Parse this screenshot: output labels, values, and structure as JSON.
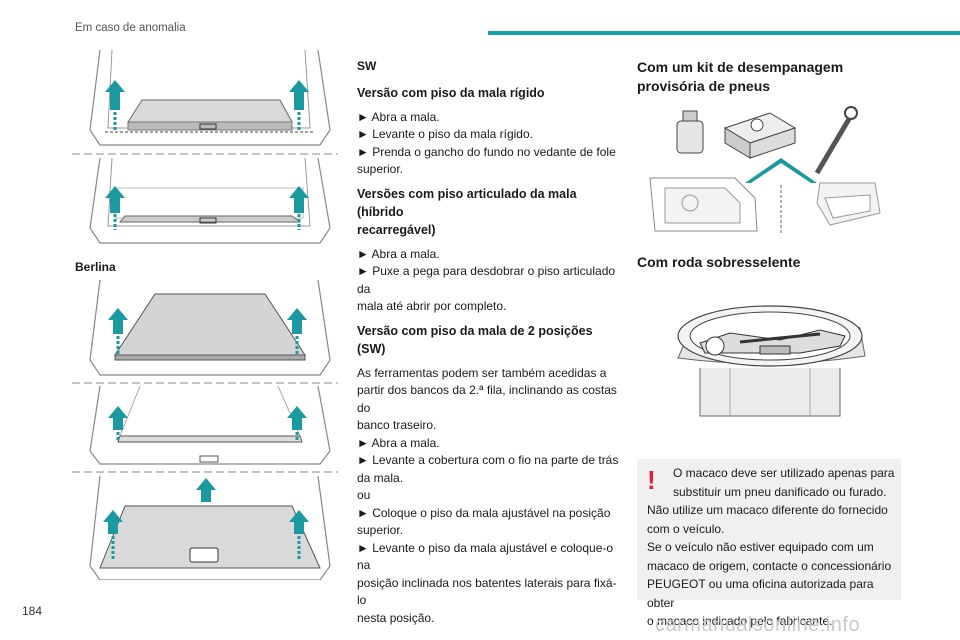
{
  "header": {
    "section": "Em caso de anomalia",
    "accent_color": "#1aa0a8"
  },
  "page": {
    "number": "184",
    "watermark": "carmanualsonline.info"
  },
  "left": {
    "caption": "Berlina",
    "figures": [
      "sw-trunk-rigid-floor",
      "sw-trunk-articulated-floor",
      "berlina-trunk-1",
      "berlina-trunk-2",
      "berlina-trunk-3"
    ]
  },
  "middle": {
    "tag": "SW",
    "s1": {
      "title": "Versão com piso da mala rígido",
      "lines": [
        "► Abra a mala.",
        "► Levante o piso da mala rígido.",
        "► Prenda o gancho do fundo no vedante de fole",
        "superior."
      ]
    },
    "s2": {
      "title_1": "Versões com piso articulado da mala (híbrido",
      "title_2": "recarregável)",
      "lines": [
        "► Abra a mala.",
        "► Puxe a pega para desdobrar o piso articulado da",
        "mala até abrir por completo."
      ]
    },
    "s3": {
      "title": "Versão com piso da mala de 2 posições (SW)",
      "lines": [
        "As ferramentas podem ser também acedidas a",
        "partir dos bancos da 2.ª fila, inclinando as costas do",
        "banco traseiro.",
        "► Abra a mala.",
        "► Levante a cobertura com o fio na parte de trás",
        "da mala.",
        "ou",
        "► Coloque o piso da mala ajustável na posição",
        "superior.",
        "► Levante o piso da mala ajustável e coloque-o na",
        "posição inclinada nos batentes laterais para fixá-lo",
        "nesta posição."
      ]
    }
  },
  "right": {
    "kit_title_1": "Com um kit de desempanagem",
    "kit_title_2": "provisória de pneus",
    "spare_title": "Com roda sobresselente",
    "warning": {
      "icon": "exclamation-icon",
      "icon_color": "#e2203a",
      "lines": [
        "O macaco deve ser utilizado apenas para",
        "substituir um pneu danificado ou furado.",
        "Não utilize um macaco diferente do fornecido",
        "com o veículo.",
        "Se o veículo não estiver equipado com um",
        "macaco de origem, contacte o concessionário",
        "PEUGEOT ou uma oficina autorizada para obter",
        "o macaco indicado pelo fabricante."
      ]
    }
  }
}
